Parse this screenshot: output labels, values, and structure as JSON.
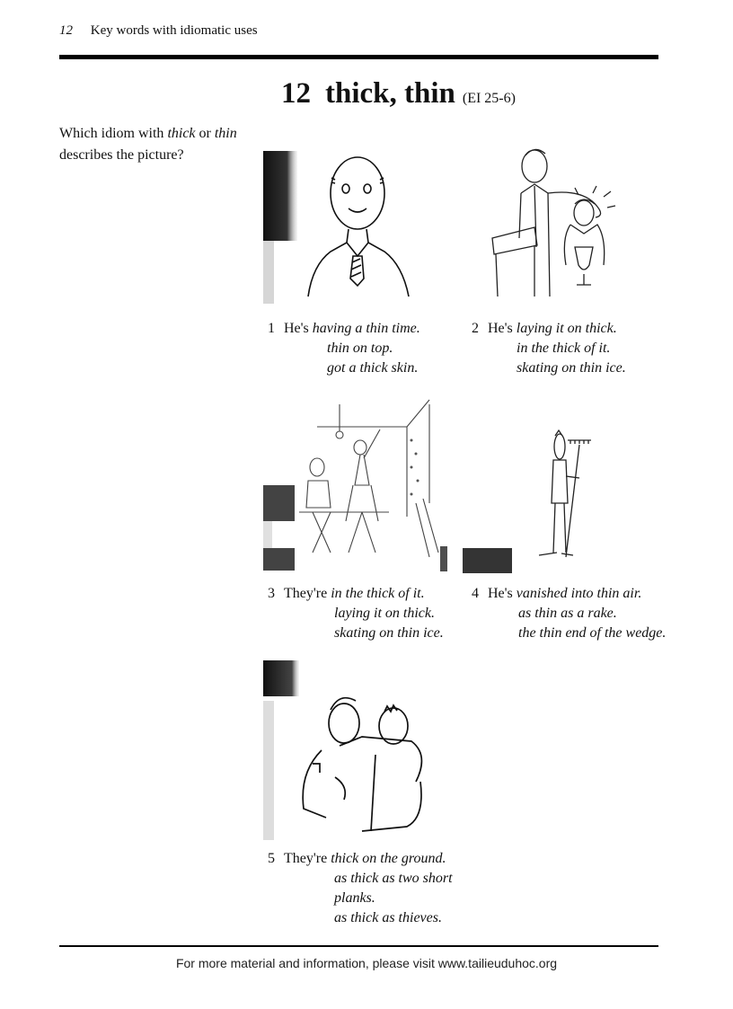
{
  "running_head": {
    "page_number": "12",
    "section_title": "Key words with idiomatic uses"
  },
  "unit": {
    "number": "12",
    "title": "thick, thin",
    "reference": "(EI 25-6)"
  },
  "instruction": {
    "part1": "Which idiom with ",
    "word1": "thick",
    "part2": " or ",
    "word2": "thin",
    "part3": "describes the picture?"
  },
  "items": [
    {
      "number": "1",
      "lead": "He's",
      "picture": "bald man in shirt and striped tie, smiling",
      "options": [
        "having a thin time.",
        "thin on top.",
        "got a thick skin."
      ]
    },
    {
      "number": "2",
      "lead": "He's",
      "picture": "man at lectern patting a boy holding a trophy on the head",
      "options": [
        "laying it on thick.",
        "in the thick of it.",
        "skating on thin ice."
      ]
    },
    {
      "number": "3",
      "lead": "They're",
      "picture": "man ironing while woman on ladder paints the wall",
      "options": [
        "in the thick of it.",
        "laying it on thick.",
        "skating on thin ice."
      ]
    },
    {
      "number": "4",
      "lead": "He's",
      "picture": "very thin man standing next to a rake",
      "options": [
        "vanished into thin air.",
        "as thin as a rake.",
        "the thin end of the wedge."
      ]
    },
    {
      "number": "5",
      "lead": "They're",
      "picture": "two men with arms around each other's shoulders",
      "options": [
        "thick on the ground.",
        "as thick as two short",
        "planks.",
        "as thick as thieves."
      ]
    }
  ],
  "footer": {
    "text": "For more material and information, please visit www.tailieuduhoc.org"
  }
}
